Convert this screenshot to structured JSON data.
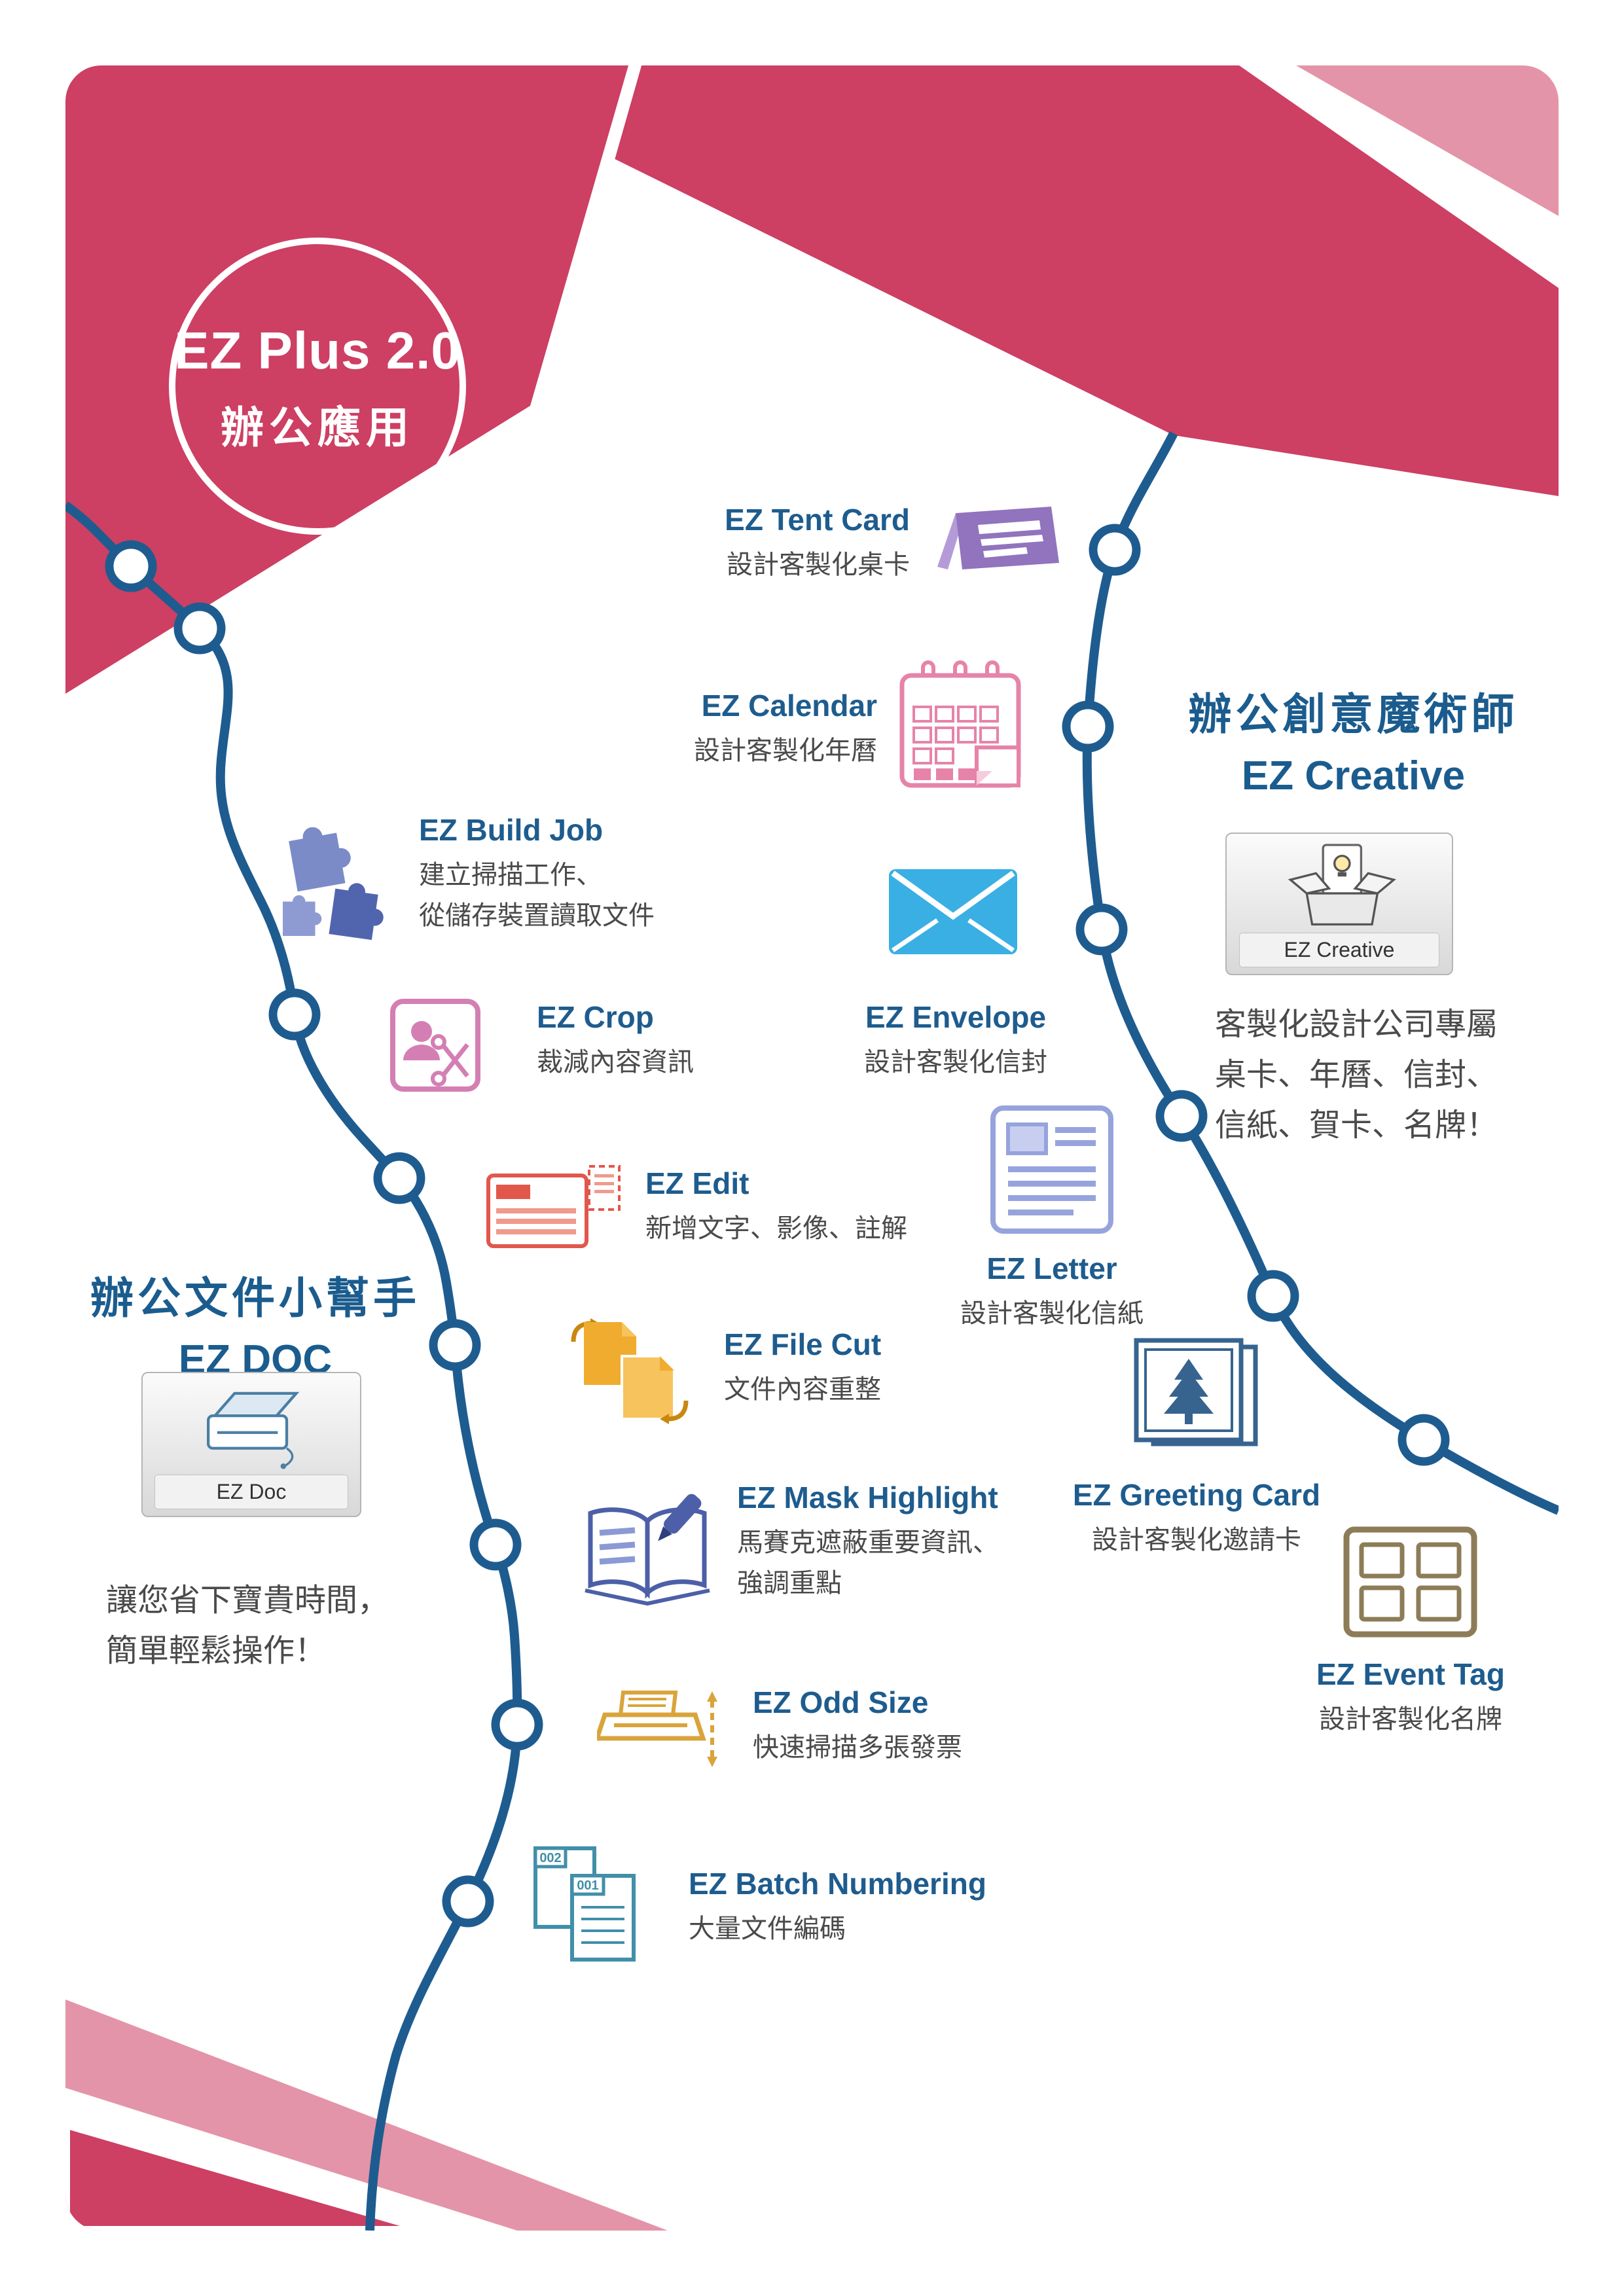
{
  "badge": {
    "line1": "EZ Plus 2.0",
    "line2": "辦公應用"
  },
  "doc_section": {
    "heading_line1": "辦公文件小幫手",
    "heading_line2": "EZ DOC",
    "app_label": "EZ Doc",
    "tagline1": "讓您省下寶貴時間，",
    "tagline2": "簡單輕鬆操作！"
  },
  "creative_section": {
    "heading_line1": "辦公創意魔術師",
    "heading_line2": "EZ Creative",
    "app_label": "EZ Creative",
    "desc1": "客製化設計公司專屬",
    "desc2": "桌卡、年曆、信封、",
    "desc3": "信紙、賀卡、名牌！"
  },
  "features": {
    "tent_card": {
      "title": "EZ Tent Card",
      "desc1": "設計客製化桌卡"
    },
    "calendar": {
      "title": "EZ Calendar",
      "desc1": "設計客製化年曆"
    },
    "build_job": {
      "title": "EZ Build Job",
      "desc1": "建立掃描工作、",
      "desc2": "從儲存裝置讀取文件"
    },
    "crop": {
      "title": "EZ Crop",
      "desc1": "裁減內容資訊"
    },
    "envelope": {
      "title": "EZ Envelope",
      "desc1": "設計客製化信封"
    },
    "edit": {
      "title": "EZ Edit",
      "desc1": "新增文字、影像、註解"
    },
    "letter": {
      "title": "EZ Letter",
      "desc1": "設計客製化信紙"
    },
    "file_cut": {
      "title": "EZ File Cut",
      "desc1": "文件內容重整"
    },
    "greeting_card": {
      "title": "EZ Greeting Card",
      "desc1": "設計客製化邀請卡"
    },
    "mask_highlight": {
      "title": "EZ Mask Highlight",
      "desc1": "馬賽克遮蔽重要資訊、",
      "desc2": "強調重點"
    },
    "event_tag": {
      "title": "EZ Event Tag",
      "desc1": "設計客製化名牌"
    },
    "odd_size": {
      "title": "EZ Odd Size",
      "desc1": "快速掃描多張發票"
    },
    "batch_numbering": {
      "title": "EZ Batch Numbering",
      "desc1": "大量文件編碼",
      "page1": "002",
      "page2": "001"
    }
  },
  "colors": {
    "crimson": "#CD3F63",
    "light_pink": "#E494A8",
    "line_blue": "#1E5C90",
    "heading_blue": "#1B5C8E",
    "text_gray": "#4A4A4A"
  }
}
